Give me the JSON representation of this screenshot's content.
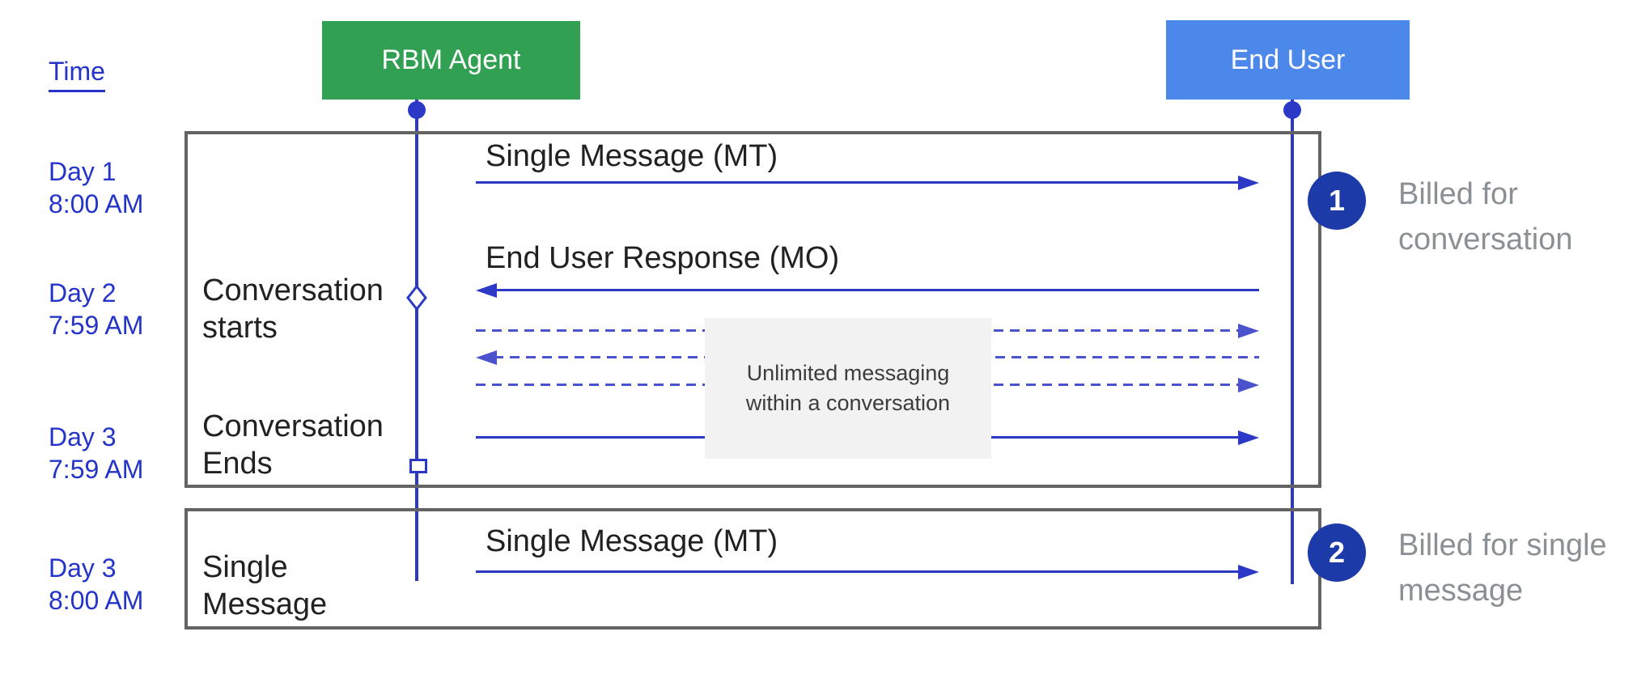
{
  "diagram": {
    "time_axis_label": "Time",
    "actors": [
      {
        "label": "RBM Agent",
        "color": "#32a053"
      },
      {
        "label": "End User",
        "color": "#4c87ea"
      }
    ],
    "time_labels": [
      {
        "day": "Day 1",
        "time": "8:00 AM"
      },
      {
        "day": "Day 2",
        "time": "7:59 AM"
      },
      {
        "day": "Day 3",
        "time": "7:59 AM"
      },
      {
        "day": "Day 3",
        "time": "8:00 AM"
      }
    ],
    "event_labels": [
      {
        "text": "Conversation starts",
        "marker": "diamond"
      },
      {
        "text": "Conversation Ends",
        "marker": "square"
      },
      {
        "text": "Single Message"
      }
    ],
    "messages": [
      {
        "label": "Single Message (MT)",
        "direction": "agent-to-user",
        "style": "solid"
      },
      {
        "label": "End User Response (MO)",
        "direction": "user-to-agent",
        "style": "solid"
      },
      {
        "label": "",
        "direction": "agent-to-user",
        "style": "dashed"
      },
      {
        "label": "",
        "direction": "user-to-agent",
        "style": "dashed"
      },
      {
        "label": "",
        "direction": "agent-to-user",
        "style": "dashed"
      },
      {
        "label": "",
        "direction": "agent-to-user",
        "style": "solid"
      },
      {
        "label": "Single Message (MT)",
        "direction": "agent-to-user",
        "style": "solid"
      }
    ],
    "unlimited_note": {
      "line1": "Unlimited messaging",
      "line2": "within a conversation"
    },
    "billing_notes": [
      {
        "badge": "1",
        "text": "Billed for conversation"
      },
      {
        "badge": "2",
        "text": "Billed for single message"
      }
    ],
    "colors": {
      "agent_box_green": "#32a053",
      "user_box_blue": "#4c87ea",
      "line_blue": "#2c38c6",
      "dashed_blue": "#4a52cc",
      "time_text_blue": "#2433c8",
      "badge_blue": "#1c3aa8",
      "frame_border_gray": "#636363",
      "note_text_gray": "#8b9095",
      "note_box_bg": "#f1f2f1"
    }
  }
}
